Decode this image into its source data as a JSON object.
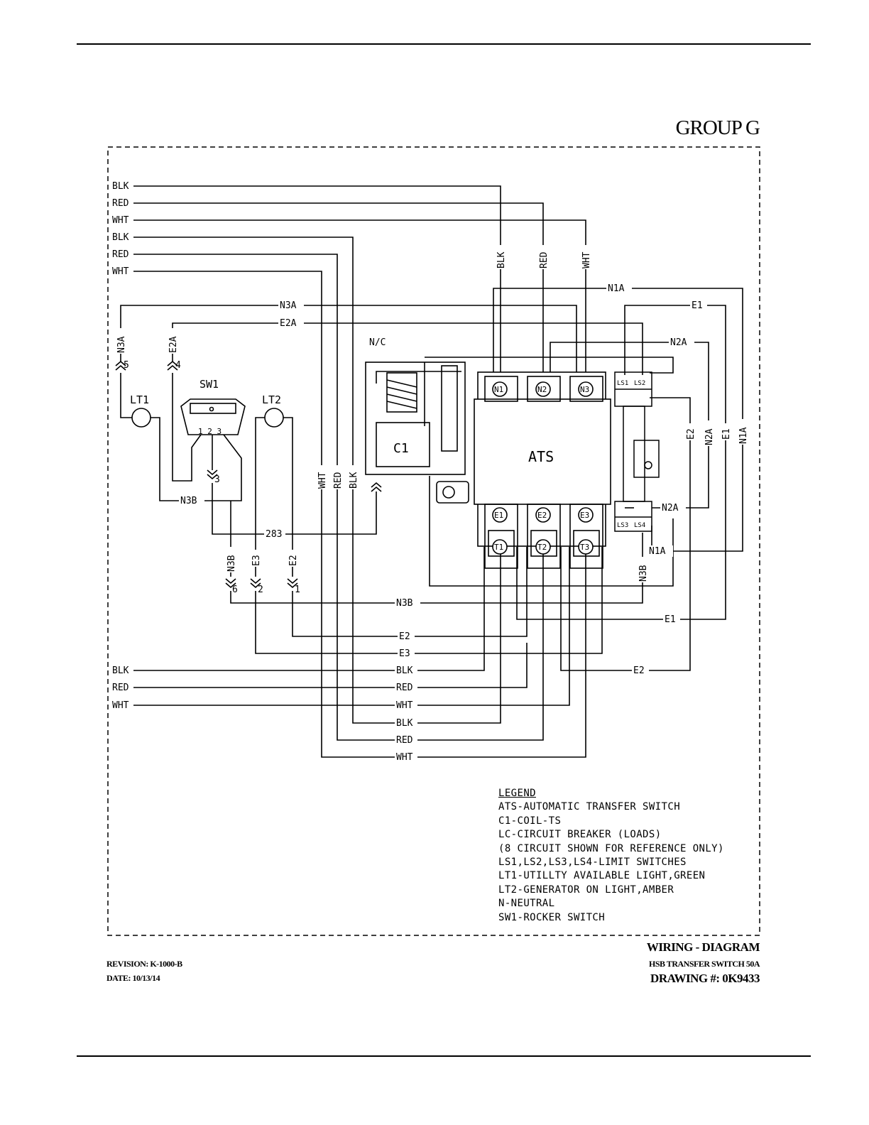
{
  "page": {
    "group_title": "GROUP G",
    "title_block": {
      "title": "WIRING - DIAGRAM",
      "subtitle": "HSB TRANSFER SWITCH 50A",
      "drawing_number": "DRAWING #: 0K9433",
      "revision": "REVISION: K-1000-B",
      "date": "DATE: 10/13/14"
    }
  },
  "diagram": {
    "left_wire_labels_top": [
      "BLK",
      "RED",
      "WHT",
      "BLK",
      "RED",
      "WHT"
    ],
    "left_wire_labels_bottom": [
      "BLK",
      "RED",
      "WHT"
    ],
    "right_wire_labels_bottom": [
      "BLK",
      "RED",
      "WHT",
      "BLK",
      "RED",
      "WHT"
    ],
    "vertical_drop_labels": [
      "BLK",
      "RED",
      "WHT"
    ],
    "vertical_left_labels": [
      "WHT",
      "RED",
      "BLK"
    ],
    "net_labels": {
      "n1a": "N1A",
      "n3a": "N3A",
      "e2a": "E2A",
      "e1": "E1",
      "n2a": "N2A",
      "n3b": "N3B",
      "e2": "E2",
      "e3": "E3",
      "w283": "283",
      "nc": "N/C"
    },
    "connector_pins": [
      "5",
      "4",
      "3",
      "6",
      "2",
      "1"
    ],
    "components": {
      "sw1": "SW1",
      "sw1_pins": "1 2 3",
      "lt1": "LT1",
      "lt2": "LT2",
      "c1": "C1",
      "ats": "ATS",
      "terminals_top": [
        "N1",
        "N2",
        "N3"
      ],
      "terminals_mid": [
        "E1",
        "E2",
        "E3"
      ],
      "terminals_bottom": [
        "T1",
        "T2",
        "T3"
      ],
      "limit_switches": [
        "LS1",
        "LS2",
        "LS3",
        "LS4"
      ]
    }
  },
  "legend": {
    "heading": "LEGEND",
    "items": [
      "ATS-AUTOMATIC TRANSFER SWITCH",
      "C1-COIL-TS",
      "LC-CIRCUIT BREAKER (LOADS)",
      "(8 CIRCUIT SHOWN FOR REFERENCE ONLY)",
      "LS1,LS2,LS3,LS4-LIMIT SWITCHES",
      "LT1-UTILLTY AVAILABLE LIGHT,GREEN",
      "LT2-GENERATOR ON LIGHT,AMBER",
      "N-NEUTRAL",
      "SW1-ROCKER SWITCH"
    ]
  }
}
